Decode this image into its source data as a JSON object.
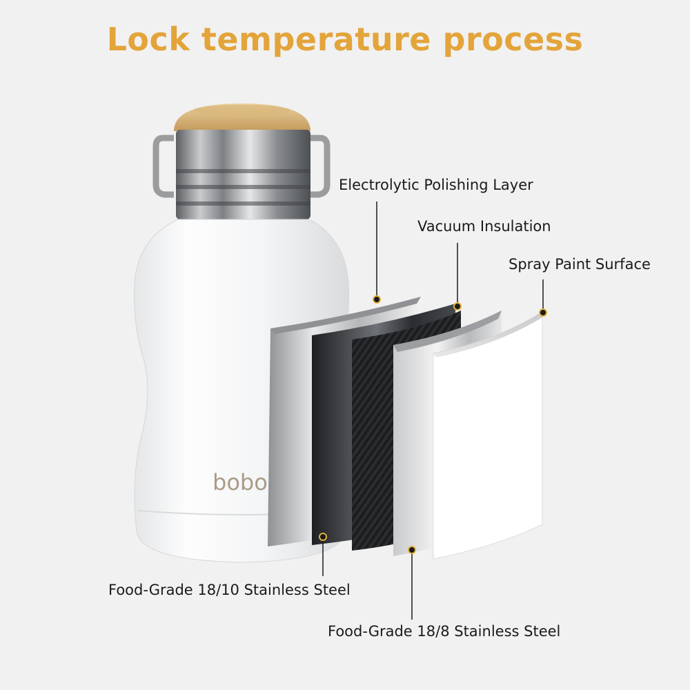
{
  "title": "Lock temperature process",
  "brand_logo_text": "bobo",
  "layers": {
    "electrolytic": "Electrolytic Polishing Layer",
    "vacuum": "Vacuum Insulation",
    "spray": "Spray Paint Surface",
    "food_18_10": "Food-Grade 18/10 Stainless Steel",
    "food_18_8": "Food-Grade 18/8 Stainless Steel"
  },
  "colors": {
    "title": "#e3a43a",
    "background": "#f1f1f1",
    "marker": "#e0b23c"
  }
}
